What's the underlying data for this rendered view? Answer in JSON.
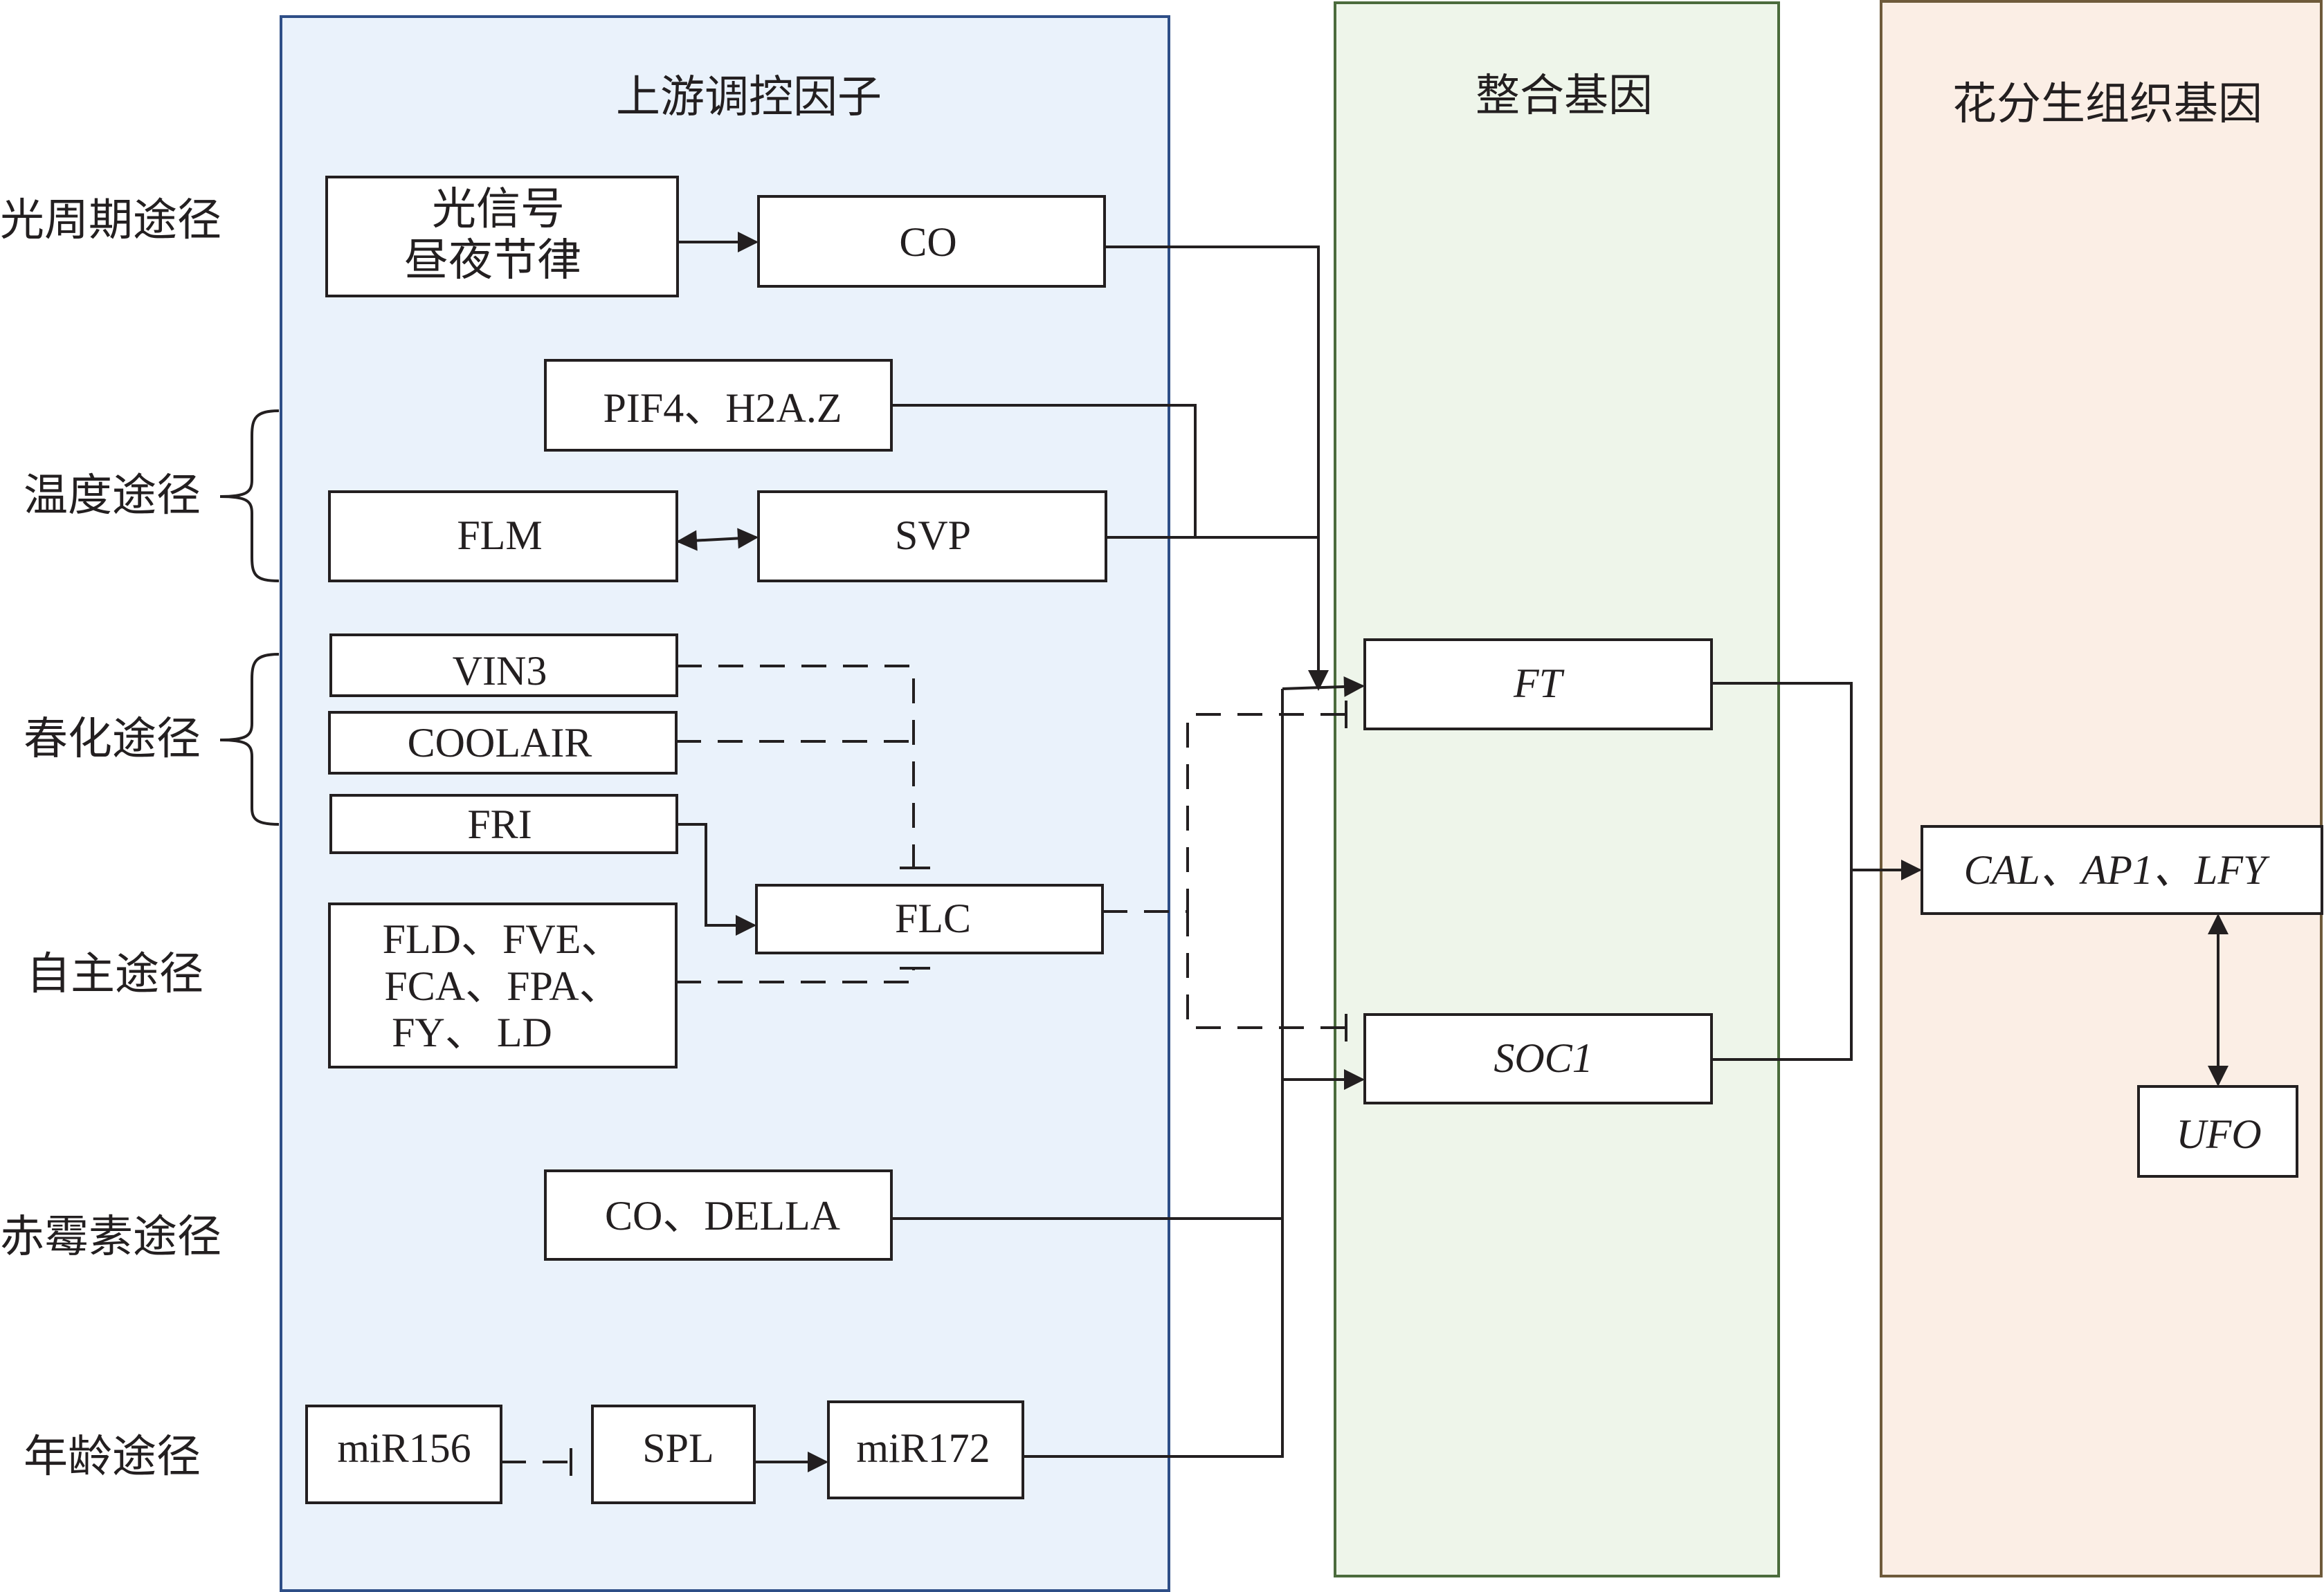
{
  "panels": {
    "upstream": "上游调控因子",
    "integration": "整合基因",
    "meristem": "花分生组织基因"
  },
  "pathways": {
    "photoperiod": "光周期途径",
    "temperature": "温度途径",
    "vernalization": "春化途径",
    "autonomous": "自主途径",
    "gibberellin": "赤霉素途径",
    "age": "年龄途径"
  },
  "nodes": {
    "light_signal_line1": "光信号",
    "light_signal_line2": "昼夜节律",
    "co": "CO",
    "pif4_h2az": "PIF4、H2A.Z",
    "flm": "FLM",
    "svp": "SVP",
    "vin3": "VIN3",
    "coolair": "COOLAIR",
    "fri": "FRI",
    "flc": "FLC",
    "fld_line1": "FLD、FVE、",
    "fld_line2": "FCA、FPA、",
    "fld_line3": "FY、 LD",
    "co_della": "CO、DELLA",
    "mir156": "miR156",
    "spl": "SPL",
    "mir172": "miR172",
    "ft": "FT",
    "soc1": "SOC1",
    "cal_ap1_lfy": "CAL、AP1、LFY",
    "ufo": "UFO"
  },
  "colors": {
    "upstream_fill": "#eaf2fb",
    "upstream_border": "#2e4e87",
    "integration_fill": "#eef5ea",
    "integration_border": "#4b6b3c",
    "meristem_fill": "#fbeee5",
    "meristem_border": "#6e5a3a",
    "line": "#231f20"
  }
}
